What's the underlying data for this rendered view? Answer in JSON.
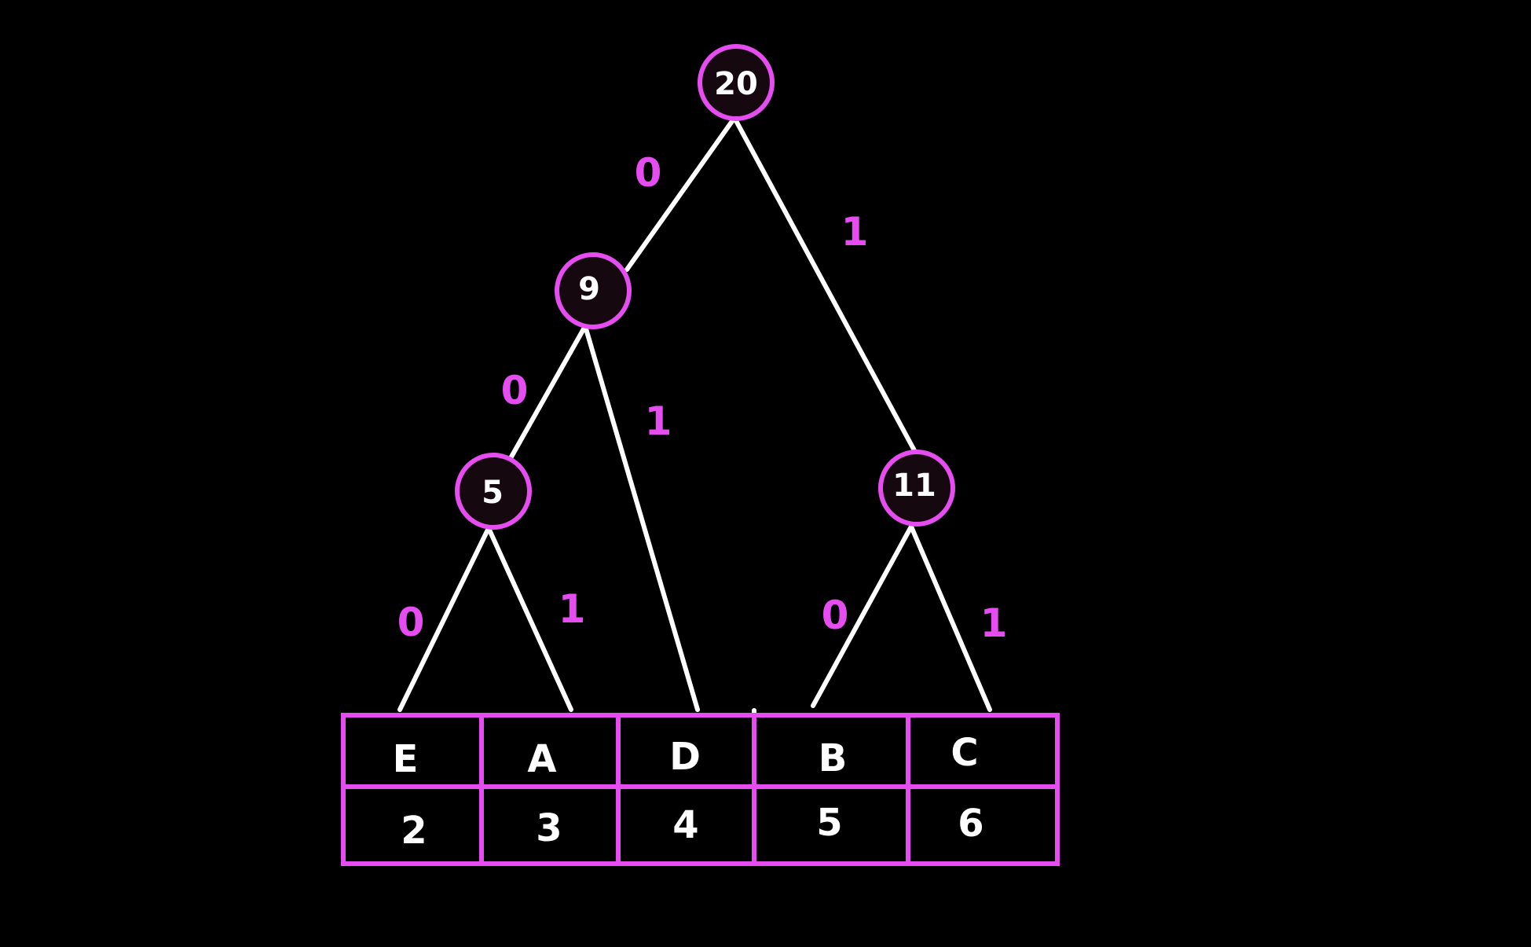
{
  "colors": {
    "background": "#000000",
    "accent": "#e54df0",
    "edge": "#ffffff",
    "node_fill": "#15080f",
    "text": "#ffffff"
  },
  "tree": {
    "nodes": [
      {
        "id": "root",
        "label": "20"
      },
      {
        "id": "n9",
        "label": "9"
      },
      {
        "id": "n11",
        "label": "11"
      },
      {
        "id": "n5",
        "label": "5"
      }
    ],
    "edges": [
      {
        "from": "root",
        "to": "n9",
        "bit": "0"
      },
      {
        "from": "root",
        "to": "n11",
        "bit": "1"
      },
      {
        "from": "n9",
        "to": "n5",
        "bit": "0"
      },
      {
        "from": "n9",
        "to": "leaf-D",
        "bit": "1"
      },
      {
        "from": "n5",
        "to": "leaf-E",
        "bit": "0"
      },
      {
        "from": "n5",
        "to": "leaf-A",
        "bit": "1"
      },
      {
        "from": "n11",
        "to": "leaf-B",
        "bit": "0"
      },
      {
        "from": "n11",
        "to": "leaf-C",
        "bit": "1"
      }
    ]
  },
  "table": {
    "symbols": [
      "E",
      "A",
      "D",
      "B",
      "C"
    ],
    "frequencies": [
      "2",
      "3",
      "4",
      "5",
      "6"
    ]
  }
}
